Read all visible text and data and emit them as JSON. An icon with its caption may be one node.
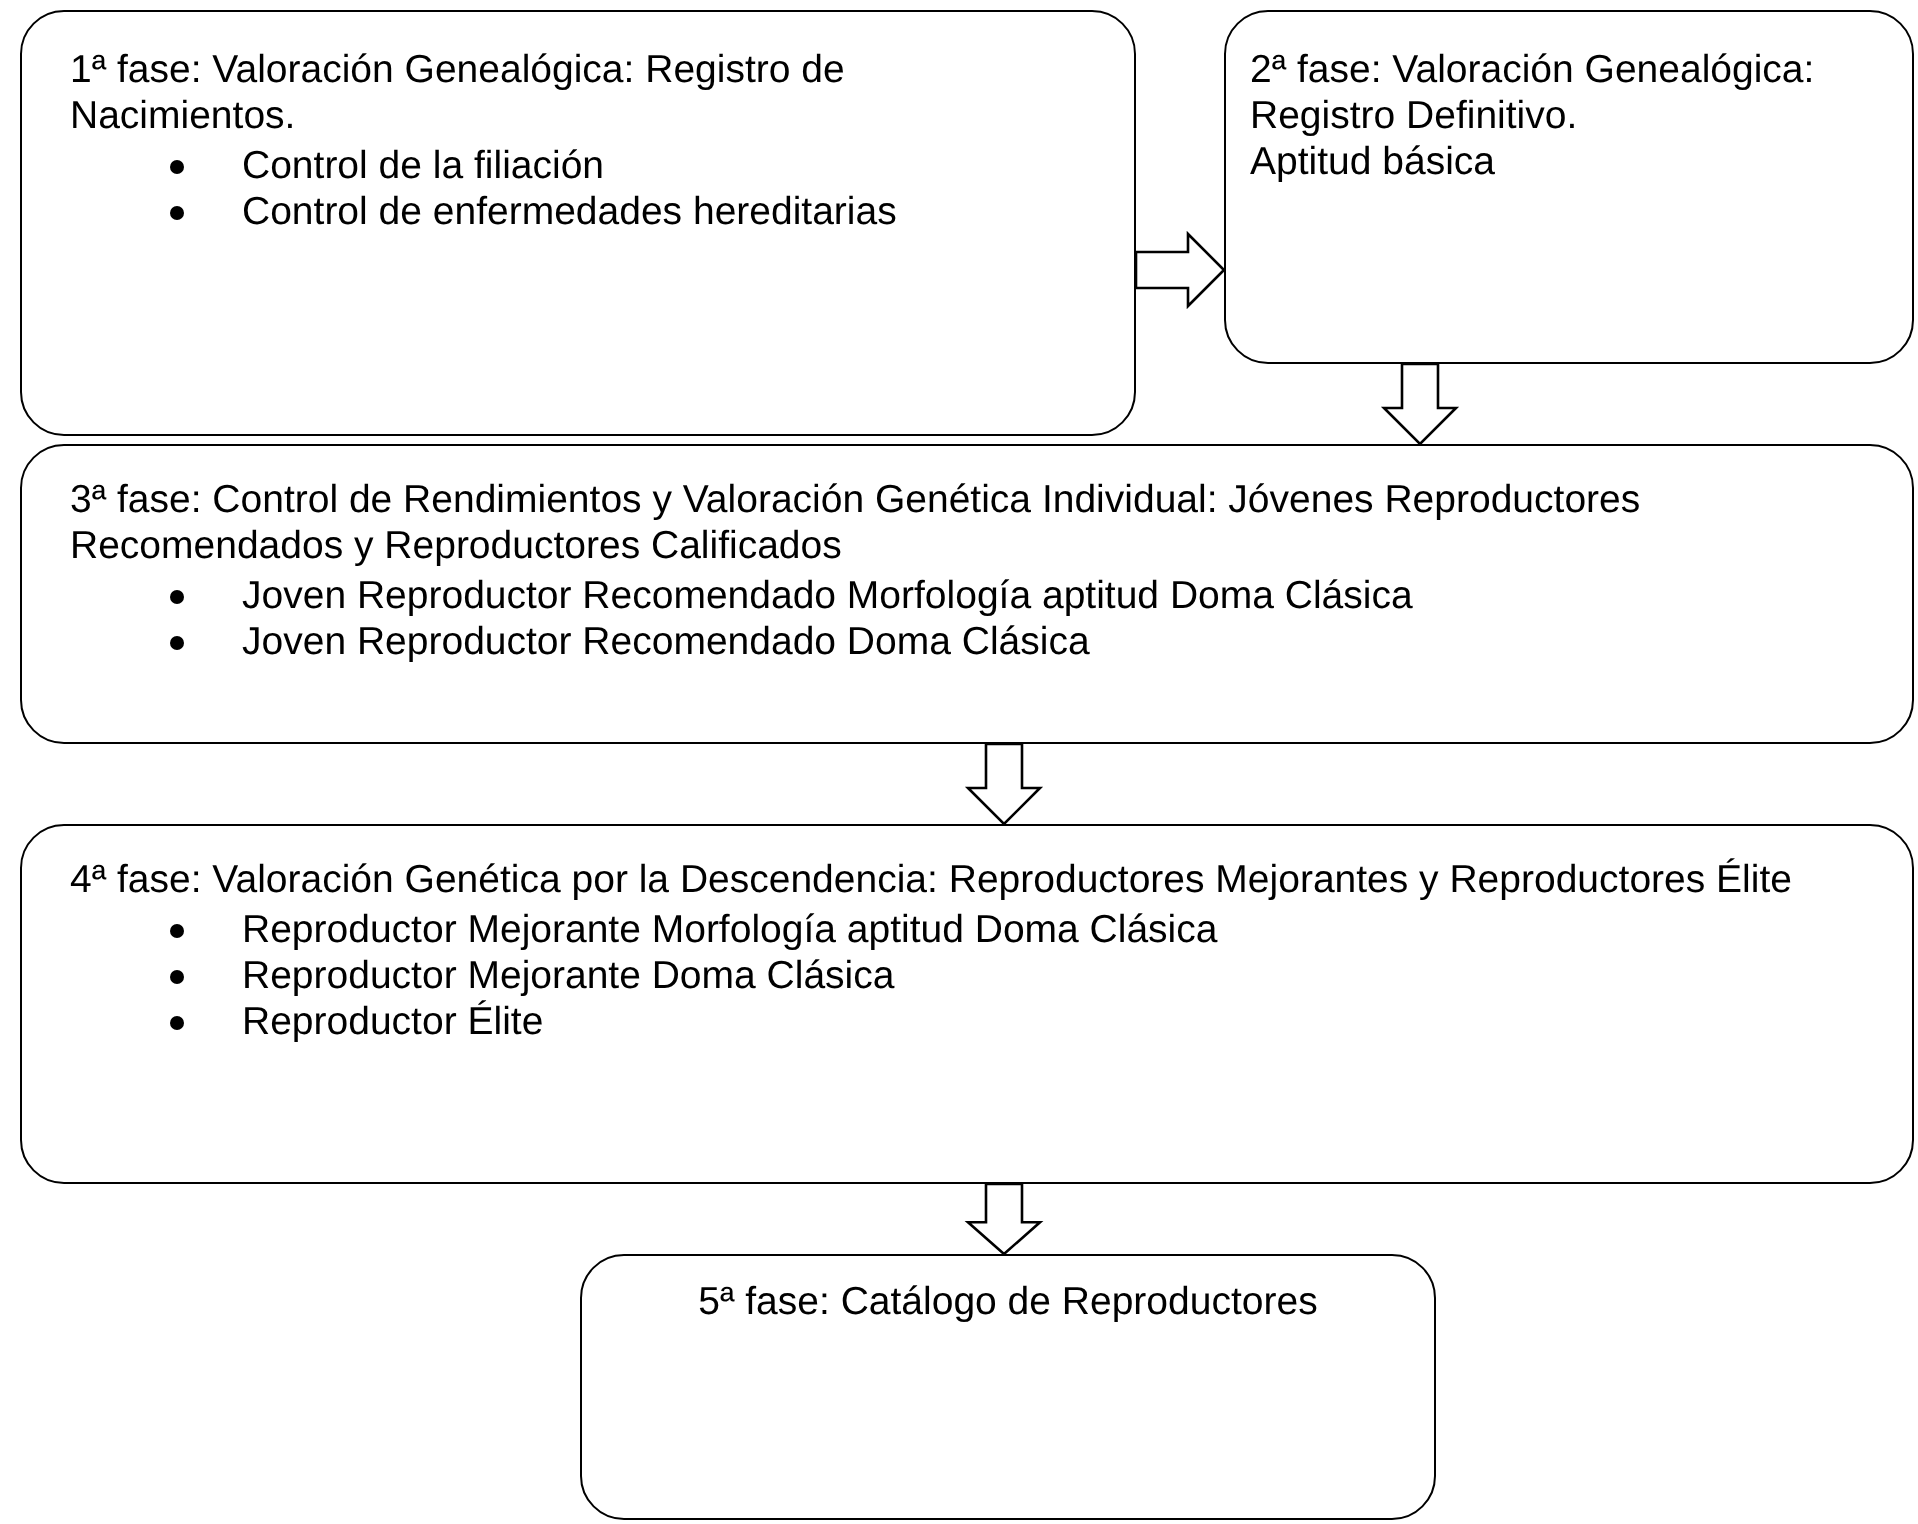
{
  "diagram": {
    "nodes": [
      {
        "text": [
          "1ª fase: Valoración Genealógica: Registro de Nacimientos.",
          "Control de la filiación",
          "Control de enfermedades hereditarias"
        ]
      },
      {
        "text": [
          "2ª fase: Valoración Genealógica: Registro Definitivo.",
          "Aptitud básica"
        ]
      },
      {
        "text": [
          "3ª fase: Control de Rendimientos y Valoración Genética Individual: Jóvenes Reproductores Recomendados y Reproductores Calificados",
          "Joven Reproductor Recomendado Morfología aptitud Doma Clásica",
          "Joven Reproductor Recomendado Doma Clásica"
        ]
      },
      {
        "text": [
          "4ª fase: Valoración Genética por la Descendencia: Reproductores Mejorantes y Reproductores Élite",
          "Reproductor Mejorante Morfología aptitud Doma Clásica",
          "Reproductor Mejorante Doma Clásica",
          "Reproductor Élite"
        ]
      },
      {
        "text": [
          "5ª fase: Catálogo de Reproductores"
        ]
      }
    ],
    "edges": [
      {
        "from": 0,
        "to": 1,
        "arrow": "to"
      },
      {
        "from": 1,
        "to": 2,
        "arrow": "to"
      },
      {
        "from": 2,
        "to": 3,
        "arrow": "to"
      },
      {
        "from": 3,
        "to": 4,
        "arrow": "to"
      }
    ]
  }
}
